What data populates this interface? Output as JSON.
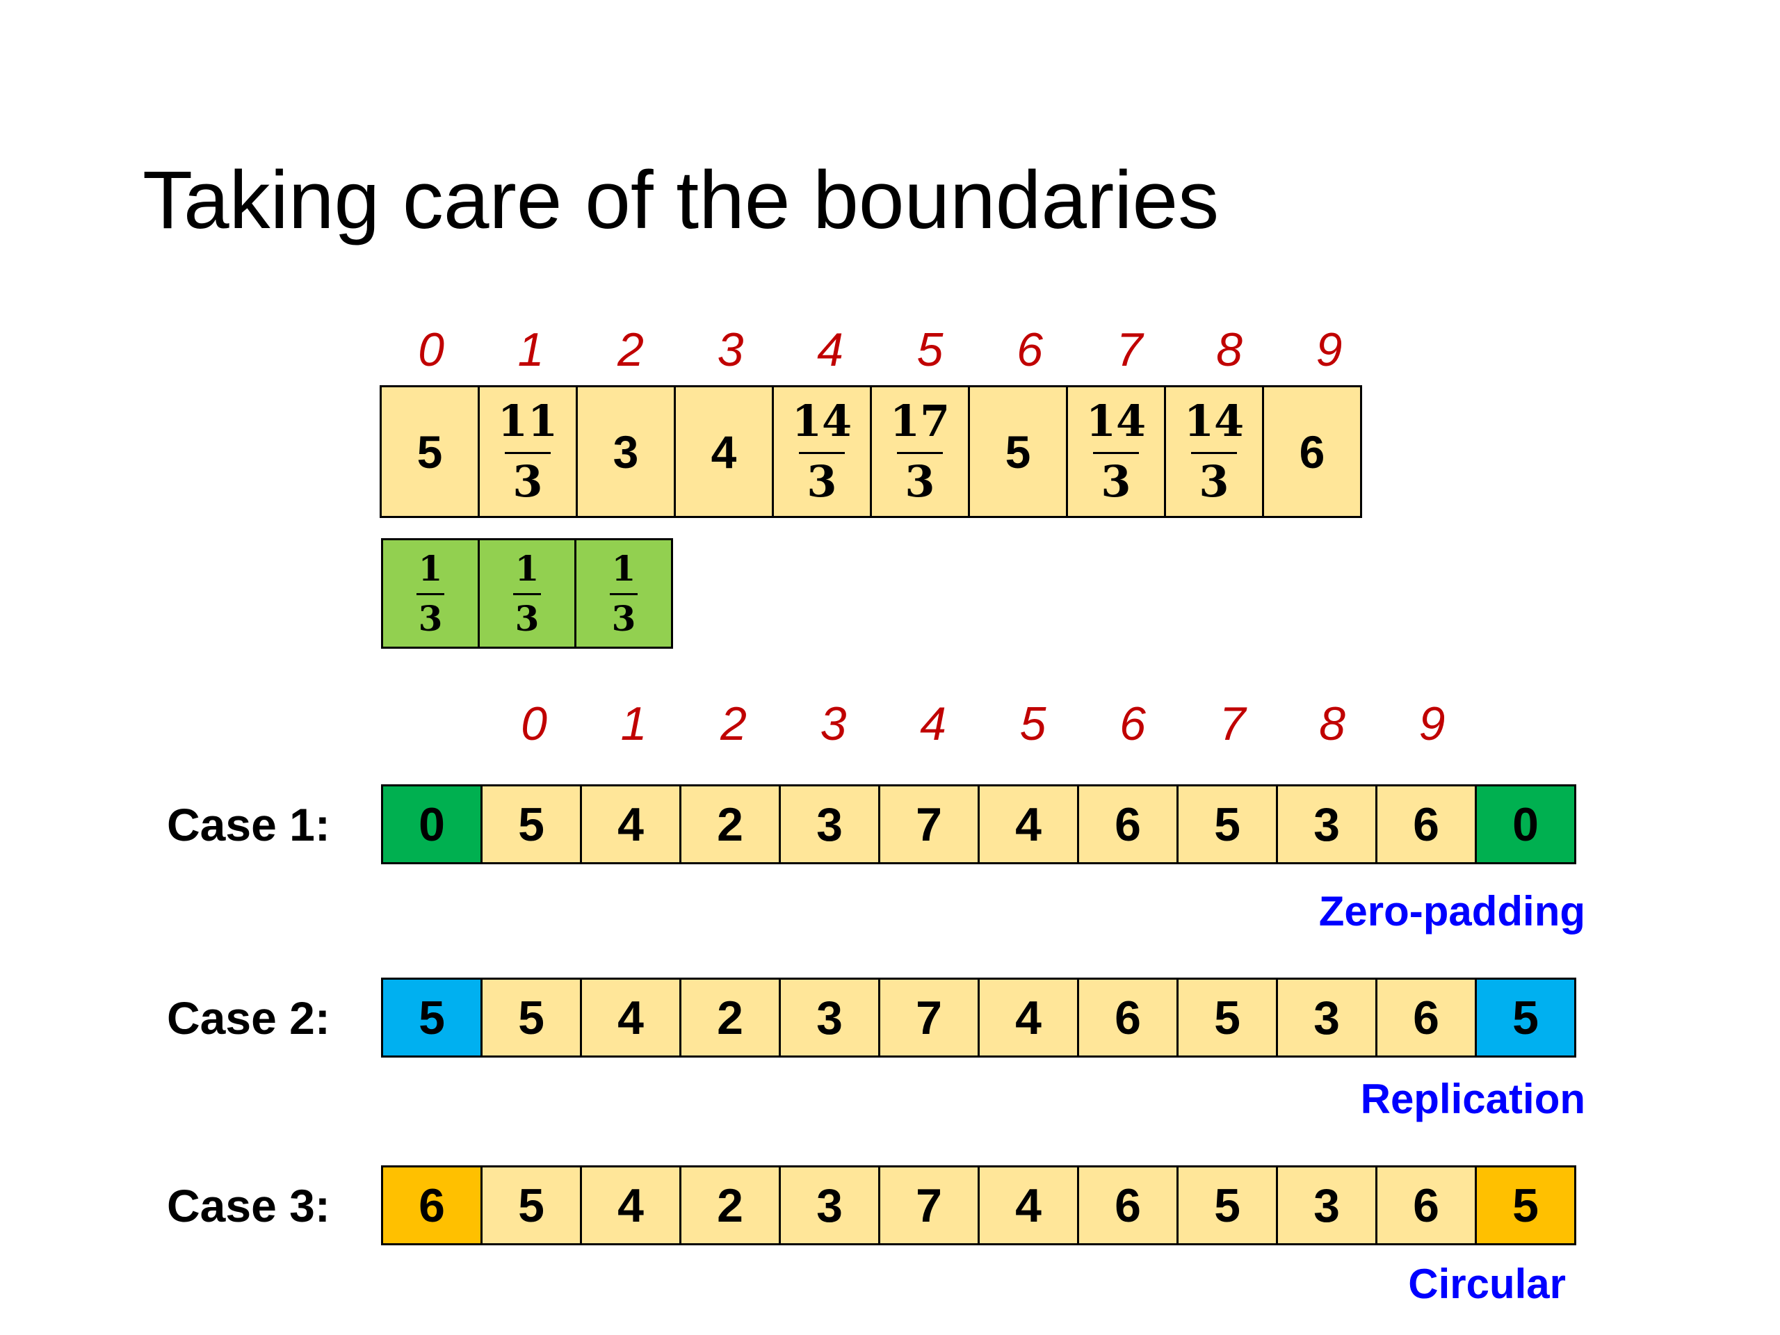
{
  "title": "Taking care of the boundaries",
  "colors": {
    "signal": "#ffe699",
    "kernel": "#92d050",
    "zero_pad": "#00b050",
    "replication_pad": "#00b0f0",
    "circular_pad": "#ffc000",
    "index_text": "#c00000",
    "method_text": "#0000ff"
  },
  "top_indices": [
    "0",
    "1",
    "2",
    "3",
    "4",
    "5",
    "6",
    "7",
    "8",
    "9"
  ],
  "result_row": [
    {
      "value": "5"
    },
    {
      "num": "11",
      "den": "3"
    },
    {
      "value": "3"
    },
    {
      "value": "4"
    },
    {
      "num": "14",
      "den": "3"
    },
    {
      "num": "17",
      "den": "3"
    },
    {
      "value": "5"
    },
    {
      "num": "14",
      "den": "3"
    },
    {
      "num": "14",
      "den": "3"
    },
    {
      "value": "6"
    }
  ],
  "kernel": [
    {
      "num": "1",
      "den": "3"
    },
    {
      "num": "1",
      "den": "3"
    },
    {
      "num": "1",
      "den": "3"
    }
  ],
  "case_indices": [
    "0",
    "1",
    "2",
    "3",
    "4",
    "5",
    "6",
    "7",
    "8",
    "9"
  ],
  "cases": [
    {
      "label": "Case 1:",
      "method": "Zero-padding",
      "pad_color": "#00b050",
      "cells": [
        "0",
        "5",
        "4",
        "2",
        "3",
        "7",
        "4",
        "6",
        "5",
        "3",
        "6",
        "0"
      ]
    },
    {
      "label": "Case 2:",
      "method": "Replication",
      "pad_color": "#00b0f0",
      "cells": [
        "5",
        "5",
        "4",
        "2",
        "3",
        "7",
        "4",
        "6",
        "5",
        "3",
        "6",
        "5"
      ]
    },
    {
      "label": "Case 3:",
      "method": "Circular",
      "pad_color": "#ffc000",
      "cells": [
        "6",
        "5",
        "4",
        "2",
        "3",
        "7",
        "4",
        "6",
        "5",
        "3",
        "6",
        "5"
      ]
    }
  ]
}
